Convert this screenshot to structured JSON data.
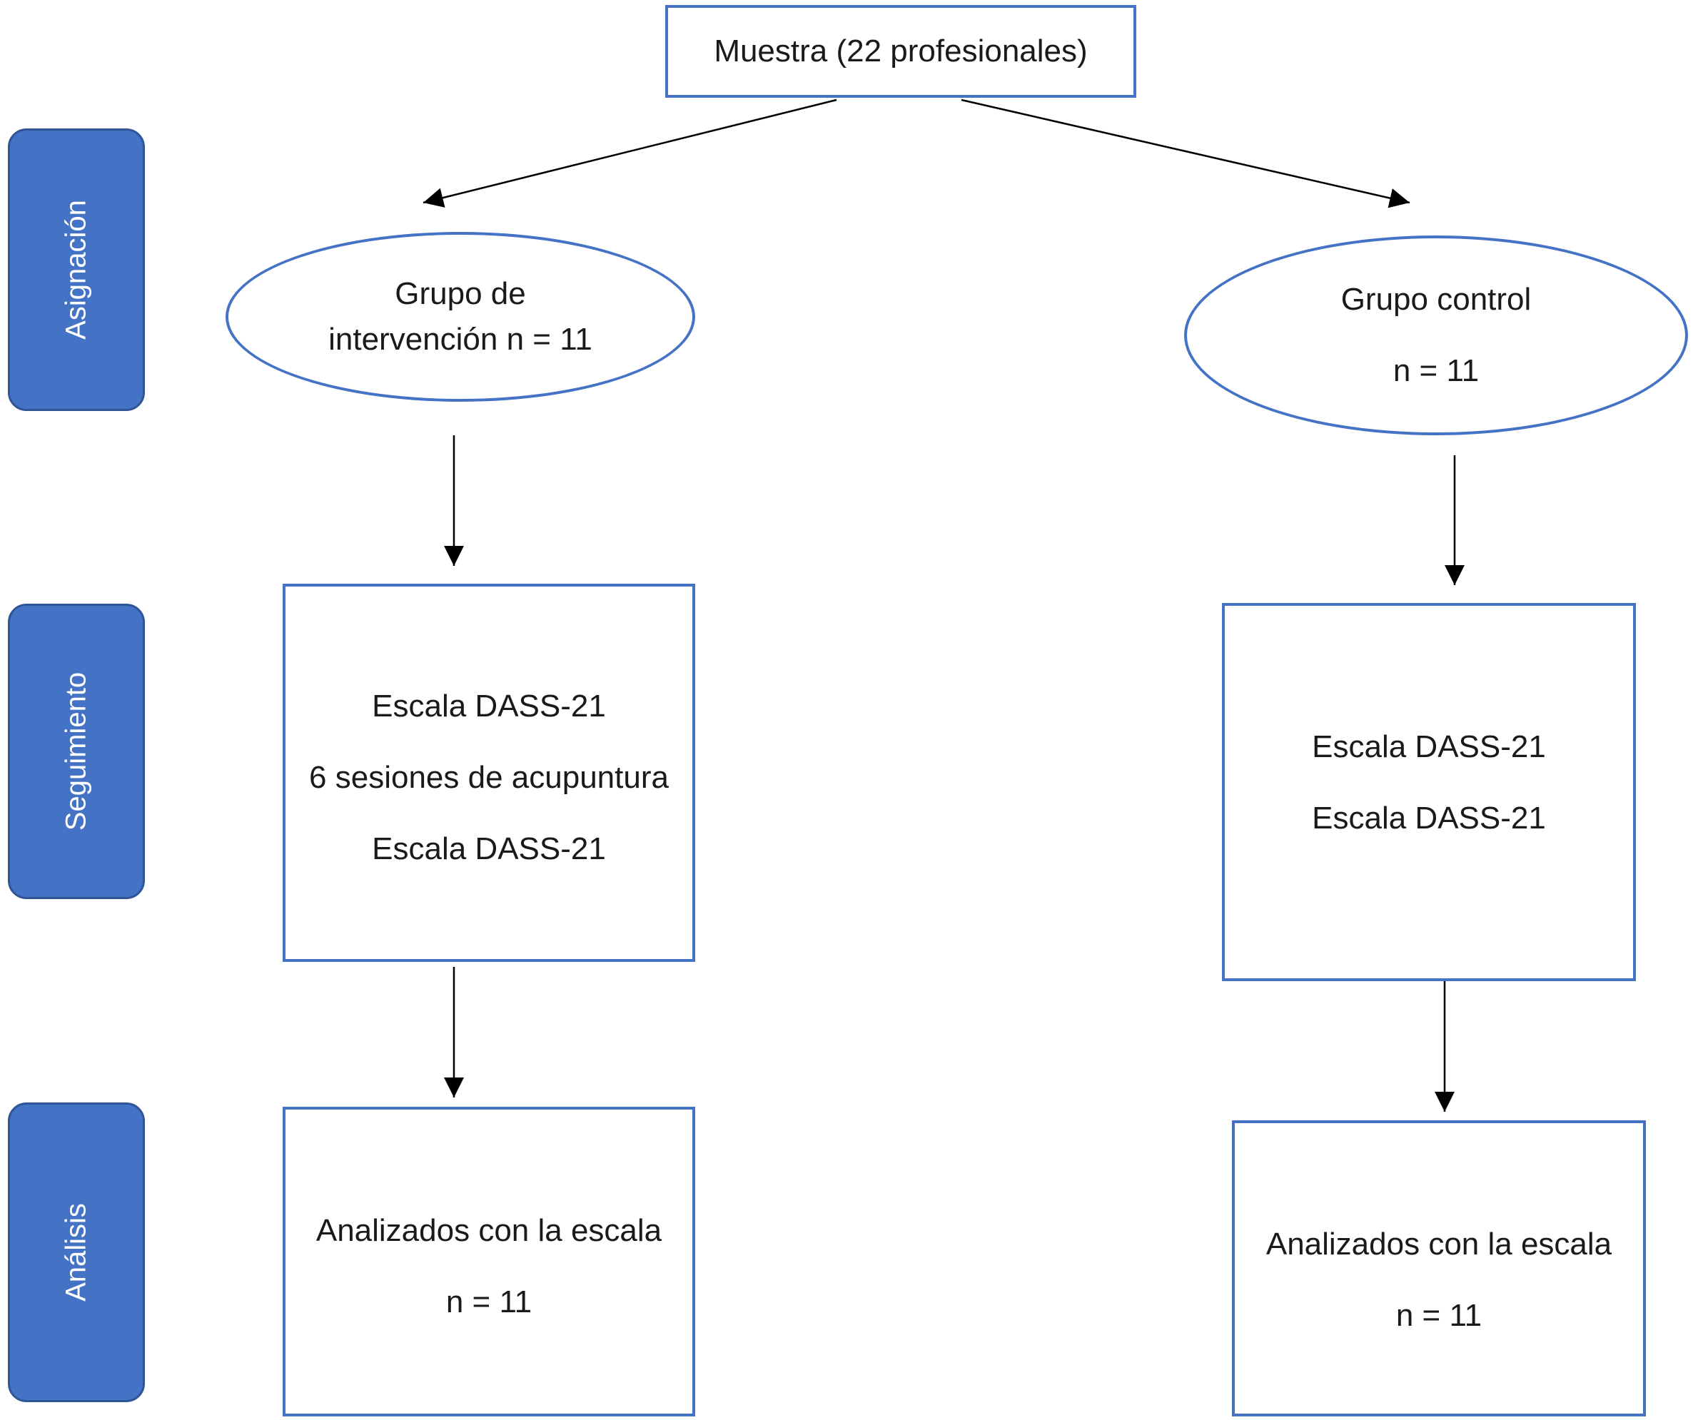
{
  "phases": {
    "asignacion": "Asignación",
    "seguimiento": "Seguimiento",
    "analisis": "Análisis"
  },
  "sample": {
    "label": "Muestra (22 profesionales)"
  },
  "intervention": {
    "group_line1": "Grupo de",
    "group_line2": "intervención n = 11",
    "follow_up": [
      "Escala DASS-21",
      "6 sesiones de acupuntura",
      "Escala DASS-21"
    ],
    "analysis_line1": "Analizados con la escala",
    "analysis_line2": "n = 11"
  },
  "control": {
    "group_line1": "Grupo control",
    "group_line2": "n = 11",
    "follow_up": [
      "Escala DASS-21",
      "Escala DASS-21"
    ],
    "analysis_line1": "Analizados con la escala",
    "analysis_line2": "n = 11"
  },
  "colors": {
    "phase_fill": "#4472c4",
    "box_border": "#4472c4",
    "arrow": "#000000"
  }
}
